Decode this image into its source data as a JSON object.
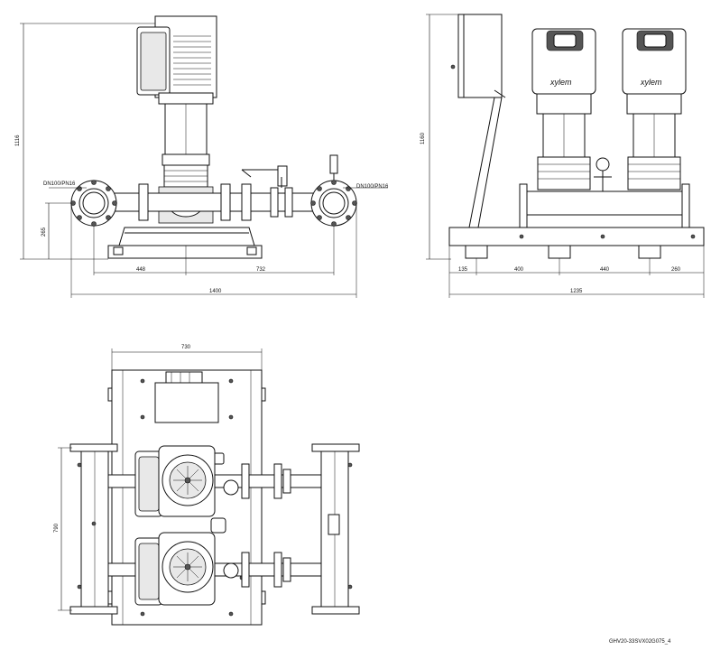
{
  "front_view": {
    "height_dim": "1116",
    "suction_label": "DN100/PN16",
    "discharge_label": "DN100/PN16",
    "pipe_center_dim": "265",
    "width_dim_left": "448",
    "width_dim_right": "732",
    "overall_width_dim": "1400"
  },
  "side_view": {
    "height_dim": "1160",
    "brand_logo": "xylem",
    "dims": [
      "135",
      "400",
      "440",
      "260"
    ],
    "overall_width_dim": "1235"
  },
  "top_view": {
    "width_dim": "730",
    "depth_dim": "790"
  },
  "drawing_code": "GHV20-33SVX02G075_4"
}
